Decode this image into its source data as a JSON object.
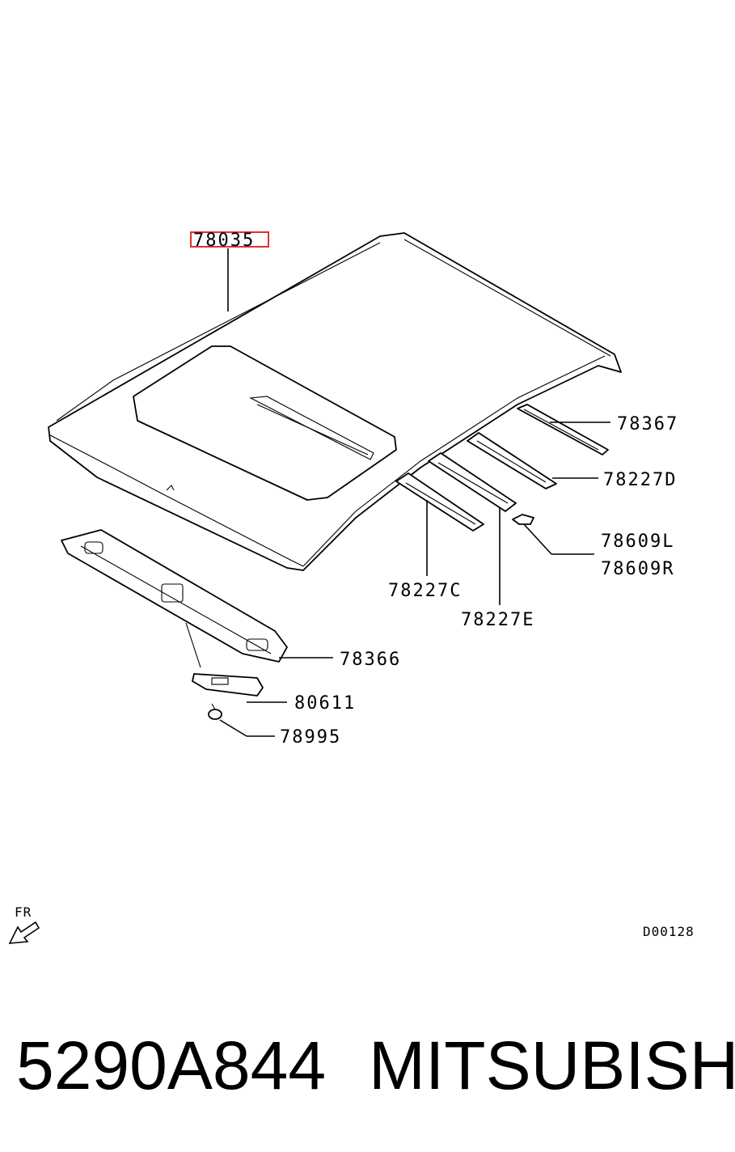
{
  "callouts": {
    "roof_panel": "78035",
    "bow_rear": "78367",
    "bow_d": "78227D",
    "bracket_l": "78609L",
    "bracket_r": "78609R",
    "bow_c": "78227C",
    "bow_e": "78227E",
    "front_rail": "78366",
    "lamp_bracket": "80611",
    "clip": "78995"
  },
  "direction_label": "FR",
  "diagram_code": "D00128",
  "footer": {
    "part_number": "5290A844",
    "brand": "MITSUBISHI"
  },
  "highlight_color": "#e03030"
}
